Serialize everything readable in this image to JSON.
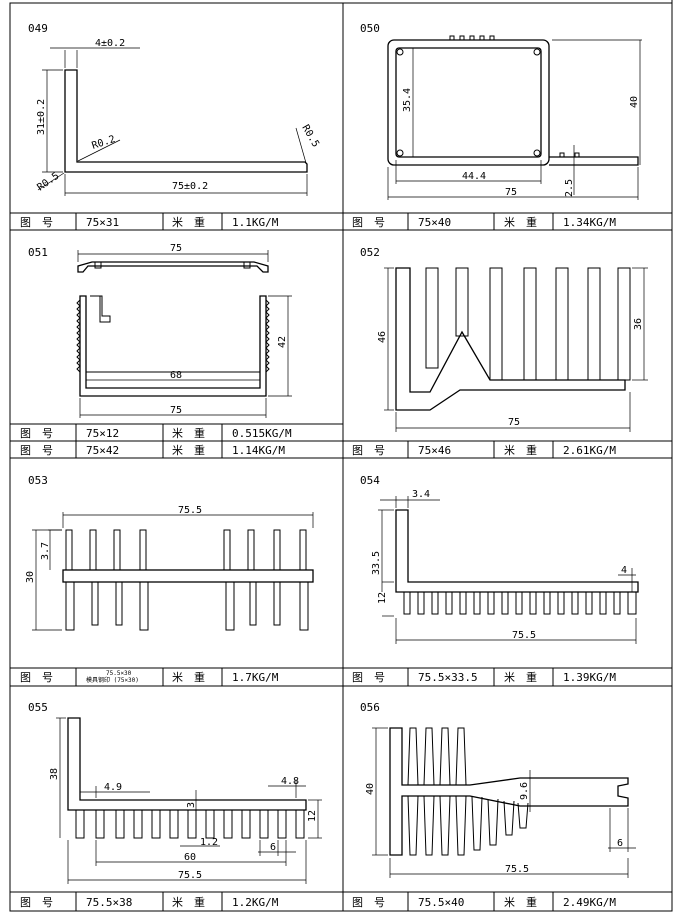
{
  "labels": {
    "part_no": "图　号",
    "weight": "米　重"
  },
  "panels": [
    {
      "num": "049",
      "size": "75×31",
      "weight": "1.1KG/M",
      "dims": {
        "a": "4±0.2",
        "b": "31±0.2",
        "c": "R0.2",
        "d": "R0.5",
        "e": "R0.5",
        "f": "75±0.2"
      }
    },
    {
      "num": "050",
      "size": "75×40",
      "weight": "1.34KG/M",
      "dims": {
        "a": "35.4",
        "b": "40",
        "c": "44.4",
        "d": "75",
        "e": "2.5"
      }
    },
    {
      "num": "051",
      "size": "75×12",
      "weight": "0.515KG/M",
      "size2": "75×42",
      "weight2": "1.14KG/M",
      "dims": {
        "a": "75",
        "b": "42",
        "c": "68",
        "d": "75"
      }
    },
    {
      "num": "052",
      "size": "75×46",
      "weight": "2.61KG/M",
      "dims": {
        "a": "46",
        "b": "36",
        "c": "75"
      }
    },
    {
      "num": "053",
      "size_line1": "75.5×30",
      "size_line2": "模具钢印 (75×30)",
      "weight": "1.7KG/M",
      "dims": {
        "a": "75.5",
        "b": "3.7",
        "c": "30"
      }
    },
    {
      "num": "054",
      "size": "75.5×33.5",
      "weight": "1.39KG/M",
      "dims": {
        "a": "3.4",
        "b": "33.5",
        "c": "4",
        "d": "12",
        "e": "75.5"
      }
    },
    {
      "num": "055",
      "size": "75.5×38",
      "weight": "1.2KG/M",
      "dims": {
        "a": "38",
        "b": "4.9",
        "c": "4.8",
        "d": "3",
        "e": "12",
        "f": "1.2",
        "g": "6",
        "h": "60",
        "i": "75.5"
      }
    },
    {
      "num": "056",
      "size": "75.5×40",
      "weight": "2.49KG/M",
      "dims": {
        "a": "40",
        "b": "9.6",
        "c": "6",
        "d": "75.5"
      }
    }
  ]
}
